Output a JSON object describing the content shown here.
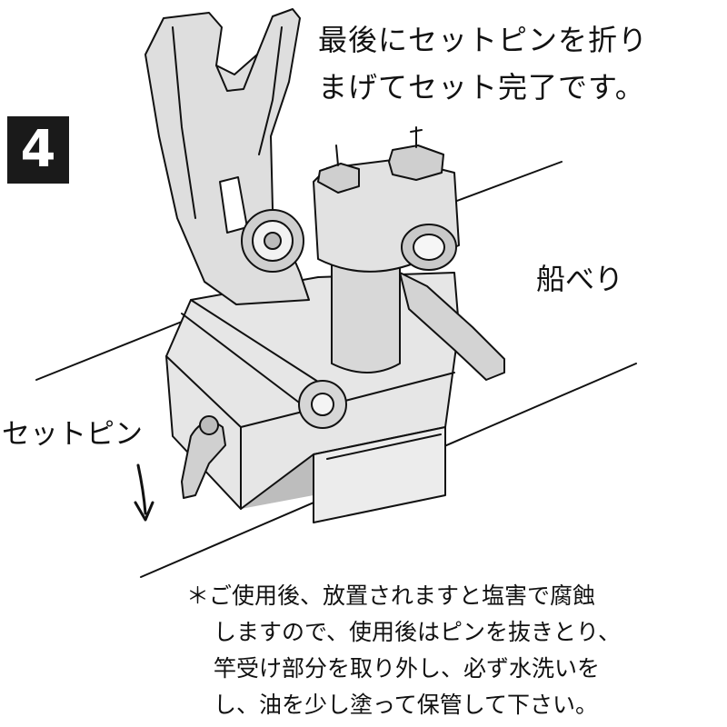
{
  "step": {
    "number": "4"
  },
  "heading": {
    "line1": "最後にセットピンを折り",
    "line2": "まげてセット完了です。"
  },
  "labels": {
    "gunwale": "船べり",
    "set_pin": "セットピン"
  },
  "note": {
    "line1": "＊ご使用後、放置されますと塩害で腐蝕",
    "line2": "しますので、使用後はピンを抜きとり、",
    "line3": "竿受け部分を取り外し、必ず水洗いを",
    "line4": "し、油を少し塗って保管して下さい。"
  },
  "colors": {
    "ink": "#111111",
    "paper": "#ffffff",
    "shade": "#dcdcdc",
    "badge": "#1a1a1a"
  }
}
